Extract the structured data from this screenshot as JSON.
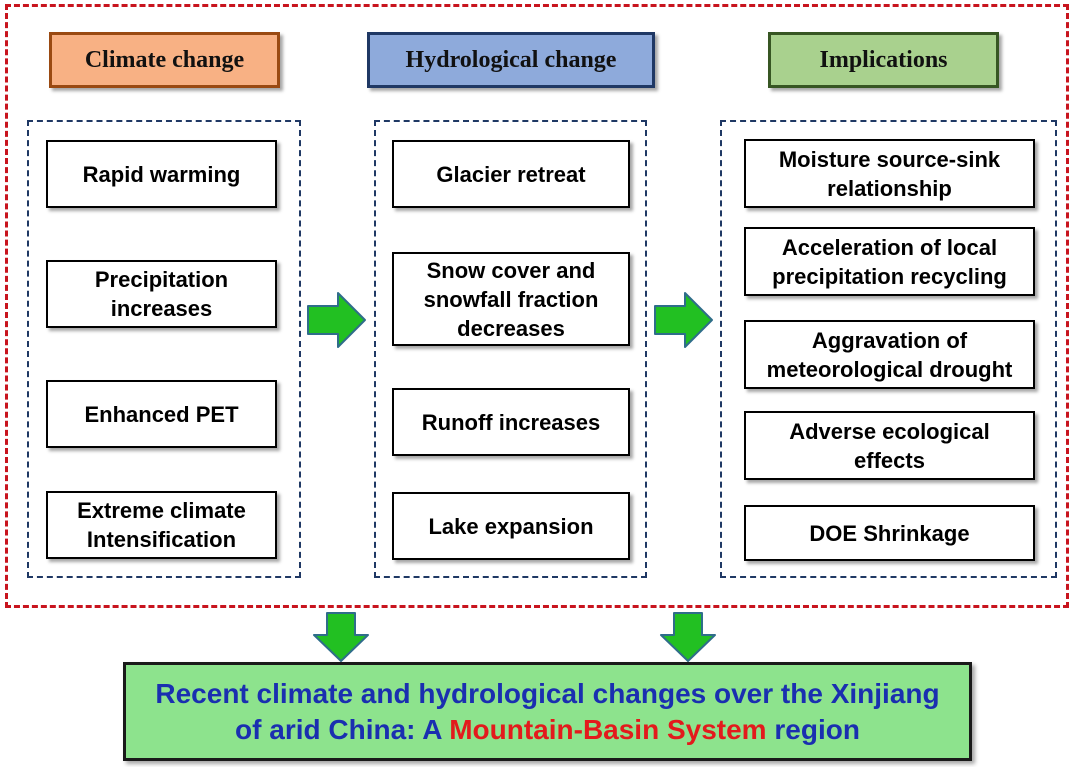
{
  "headers": {
    "climate": "Climate change",
    "hydrological": "Hydrological change",
    "implications": "Implications"
  },
  "climate_items": [
    {
      "lines": [
        "Rapid warming"
      ]
    },
    {
      "lines": [
        "Precipitation",
        "increases"
      ]
    },
    {
      "lines": [
        "Enhanced PET"
      ]
    },
    {
      "lines": [
        "Extreme climate",
        "Intensification"
      ]
    }
  ],
  "hydrological_items": [
    {
      "lines": [
        "Glacier retreat"
      ]
    },
    {
      "lines": [
        "Snow cover and",
        "snowfall fraction",
        "decreases"
      ]
    },
    {
      "lines": [
        "Runoff increases"
      ]
    },
    {
      "lines": [
        "Lake expansion"
      ]
    }
  ],
  "implication_items": [
    {
      "lines": [
        "Moisture source-sink",
        "relationship"
      ]
    },
    {
      "lines": [
        "Acceleration of local",
        "precipitation recycling"
      ]
    },
    {
      "lines": [
        "Aggravation of",
        "meteorological drought"
      ]
    },
    {
      "lines": [
        "Adverse ecological",
        "effects"
      ]
    },
    {
      "lines": [
        "DOE Shrinkage"
      ]
    }
  ],
  "conclusion": {
    "line1": "Recent climate and hydrological changes over the Xinjiang",
    "line2_pre": "of arid China: A ",
    "line2_highlight": "Mountain-Basin System",
    "line2_post": " region"
  },
  "colors": {
    "header_climate_fill": "#f8b184",
    "header_climate_border": "#9a4a12",
    "header_hydro_fill": "#8eaadb",
    "header_hydro_border": "#1f3864",
    "header_impl_fill": "#a9d18e",
    "header_impl_border": "#375623",
    "arrow_fill": "#22c022",
    "arrow_stroke": "#2f6d8a",
    "conclusion_fill": "#8de38d",
    "highlight": "#e31a1c"
  }
}
